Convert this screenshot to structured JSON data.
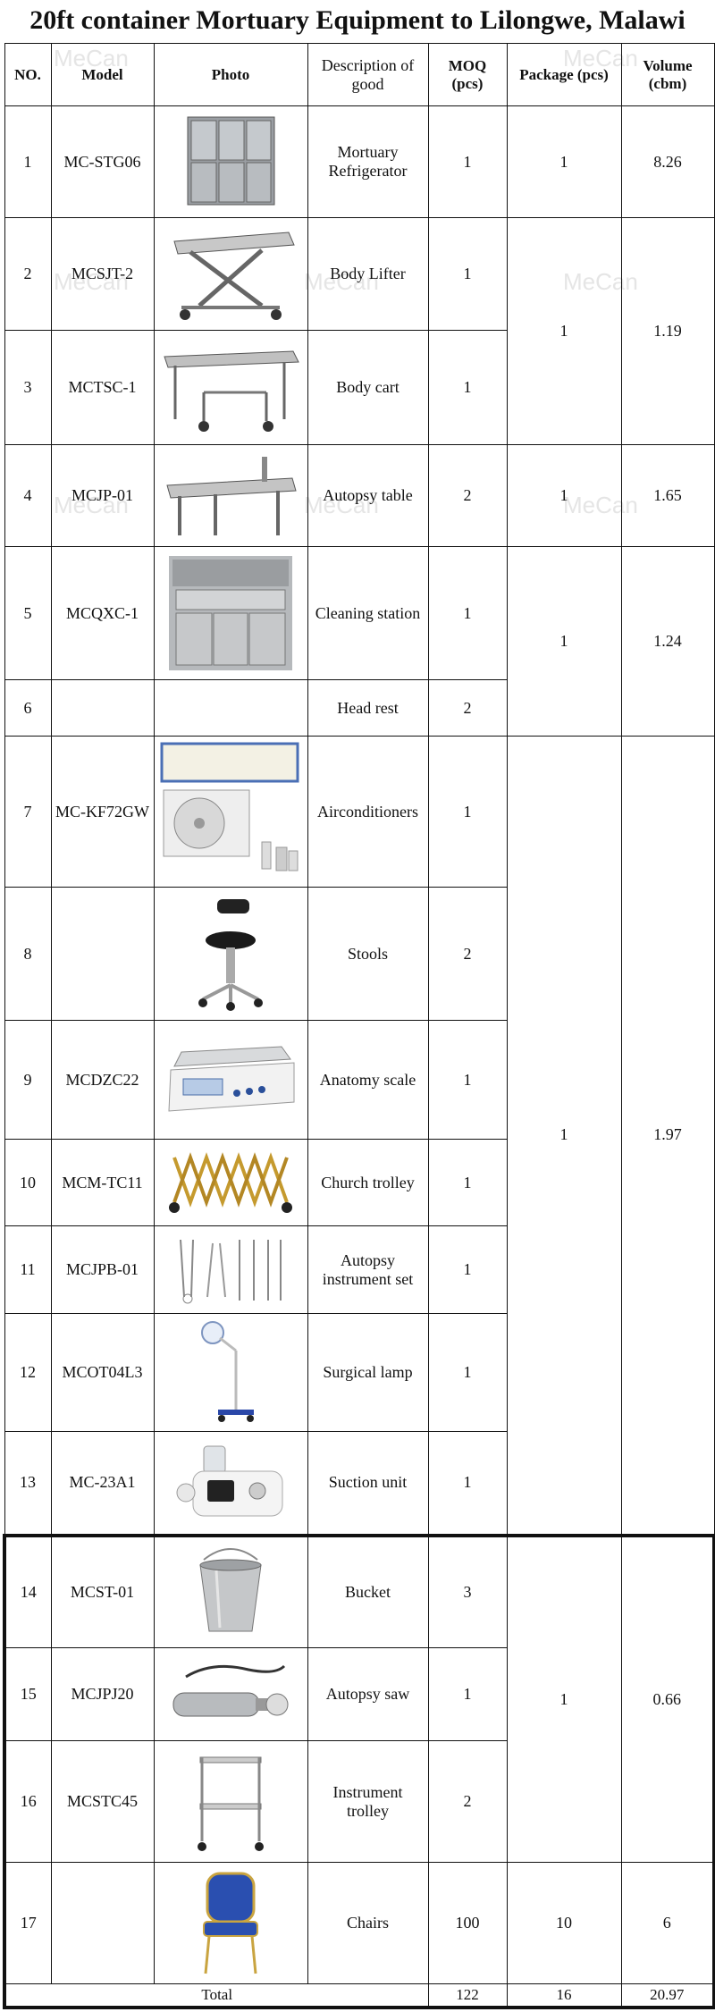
{
  "title": "20ft container Mortuary Equipment to Lilongwe, Malawi",
  "watermark": "MeCan",
  "headers": {
    "no": "NO.",
    "model": "Model",
    "photo": "Photo",
    "desc": "Description of good",
    "moq": "MOQ (pcs)",
    "package": "Package (pcs)",
    "volume": "Volume (cbm)"
  },
  "rows": [
    {
      "no": "1",
      "model": "MC-STG06",
      "desc": "Mortuary Refrigerator",
      "moq": "1",
      "photo": "refrigerator-photo"
    },
    {
      "no": "2",
      "model": "MCSJT-2",
      "desc": "Body Lifter",
      "moq": "1",
      "photo": "body-lifter-photo"
    },
    {
      "no": "3",
      "model": "MCTSC-1",
      "desc": "Body cart",
      "moq": "1",
      "photo": "body-cart-photo"
    },
    {
      "no": "4",
      "model": "MCJP-01",
      "desc": "Autopsy table",
      "moq": "2",
      "photo": "autopsy-table-photo"
    },
    {
      "no": "5",
      "model": "MCQXC-1",
      "desc": "Cleaning station",
      "moq": "1",
      "photo": "cleaning-station-photo"
    },
    {
      "no": "6",
      "model": "",
      "desc": "Head rest",
      "moq": "2",
      "photo": ""
    },
    {
      "no": "7",
      "model": "MC-KF72GW",
      "desc": "Airconditioners",
      "moq": "1",
      "photo": "airconditioner-photo"
    },
    {
      "no": "8",
      "model": "",
      "desc": "Stools",
      "moq": "2",
      "photo": "stool-photo"
    },
    {
      "no": "9",
      "model": "MCDZC22",
      "desc": "Anatomy scale",
      "moq": "1",
      "photo": "scale-photo"
    },
    {
      "no": "10",
      "model": "MCM-TC11",
      "desc": "Church trolley",
      "moq": "1",
      "photo": "church-trolley-photo"
    },
    {
      "no": "11",
      "model": "MCJPB-01",
      "desc": "Autopsy instrument set",
      "moq": "1",
      "photo": "instrument-set-photo"
    },
    {
      "no": "12",
      "model": "MCOT04L3",
      "desc": "Surgical lamp",
      "moq": "1",
      "photo": "surgical-lamp-photo"
    },
    {
      "no": "13",
      "model": "MC-23A1",
      "desc": "Suction unit",
      "moq": "1",
      "photo": "suction-unit-photo"
    },
    {
      "no": "14",
      "model": "MCST-01",
      "desc": "Bucket",
      "moq": "3",
      "photo": "bucket-photo"
    },
    {
      "no": "15",
      "model": "MCJPJ20",
      "desc": "Autopsy saw",
      "moq": "1",
      "photo": "autopsy-saw-photo"
    },
    {
      "no": "16",
      "model": "MCSTC45",
      "desc": "Instrument trolley",
      "moq": "2",
      "photo": "instrument-trolley-photo"
    },
    {
      "no": "17",
      "model": "",
      "desc": "Chairs",
      "moq": "100",
      "photo": "chair-photo"
    }
  ],
  "packages": [
    {
      "rows": "1",
      "package": "1",
      "volume": "8.26"
    },
    {
      "rows": "2-3",
      "package": "1",
      "volume": "1.19"
    },
    {
      "rows": "4",
      "package": "1",
      "volume": "1.65"
    },
    {
      "rows": "5-6",
      "package": "1",
      "volume": "1.24"
    },
    {
      "rows": "7-13",
      "package": "1",
      "volume": "1.97"
    },
    {
      "rows": "14-16",
      "package": "1",
      "volume": "0.66"
    },
    {
      "rows": "17",
      "package": "10",
      "volume": "6"
    }
  ],
  "total": {
    "label": "Total",
    "moq": "122",
    "package": "16",
    "volume": "20.97"
  }
}
